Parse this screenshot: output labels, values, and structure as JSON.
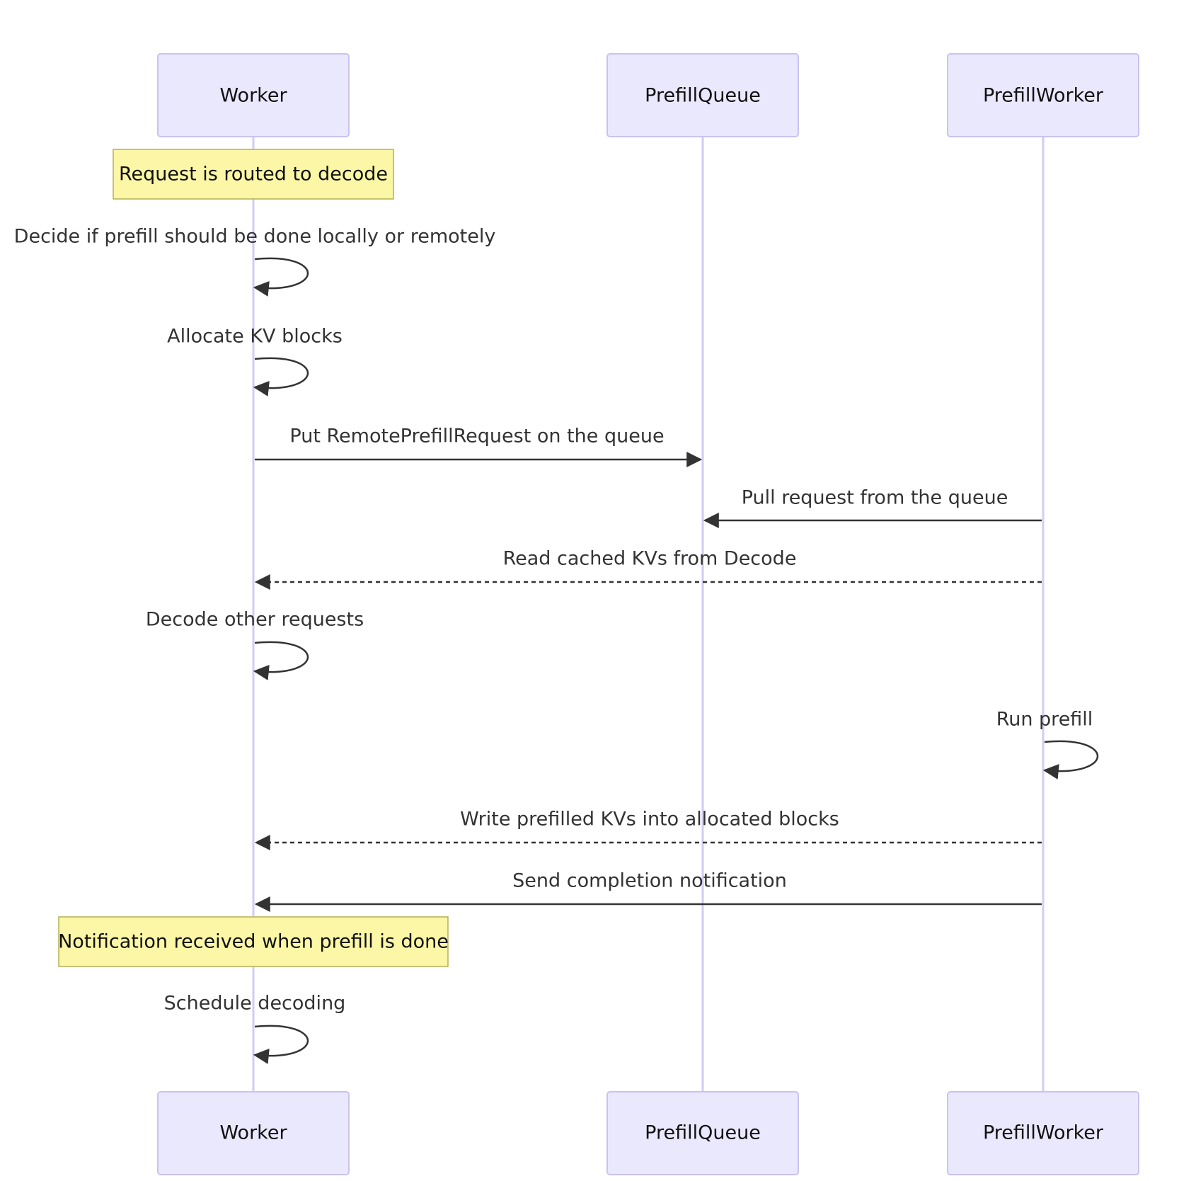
{
  "participants": [
    {
      "id": "worker",
      "label": "Worker"
    },
    {
      "id": "queue",
      "label": "PrefillQueue"
    },
    {
      "id": "pworker",
      "label": "PrefillWorker"
    }
  ],
  "notes": [
    {
      "over": "worker",
      "text": "Request is routed to decode"
    },
    {
      "over": "worker",
      "text": "Notification received when prefill is done"
    }
  ],
  "messages": [
    {
      "from": "worker",
      "to": "worker",
      "text": "Decide if prefill should be done locally or remotely",
      "style": "solid"
    },
    {
      "from": "worker",
      "to": "worker",
      "text": "Allocate KV blocks",
      "style": "solid"
    },
    {
      "from": "worker",
      "to": "queue",
      "text": "Put RemotePrefillRequest on the queue",
      "style": "solid"
    },
    {
      "from": "pworker",
      "to": "queue",
      "text": "Pull request from the queue",
      "style": "solid"
    },
    {
      "from": "pworker",
      "to": "worker",
      "text": "Read cached KVs from Decode",
      "style": "dashed"
    },
    {
      "from": "worker",
      "to": "worker",
      "text": "Decode other requests",
      "style": "solid"
    },
    {
      "from": "pworker",
      "to": "pworker",
      "text": "Run prefill",
      "style": "solid"
    },
    {
      "from": "pworker",
      "to": "worker",
      "text": "Write prefilled KVs into allocated blocks",
      "style": "dashed"
    },
    {
      "from": "pworker",
      "to": "worker",
      "text": "Send completion notification",
      "style": "solid"
    },
    {
      "from": "worker",
      "to": "worker",
      "text": "Schedule decoding",
      "style": "solid"
    }
  ],
  "colors": {
    "actor_fill": "#eae8fd",
    "actor_stroke": "#c9c3ef",
    "lifeline": "#d2cdf2",
    "note_fill": "#fbf7a6",
    "note_stroke": "#b5b152",
    "arrow": "#333333"
  }
}
